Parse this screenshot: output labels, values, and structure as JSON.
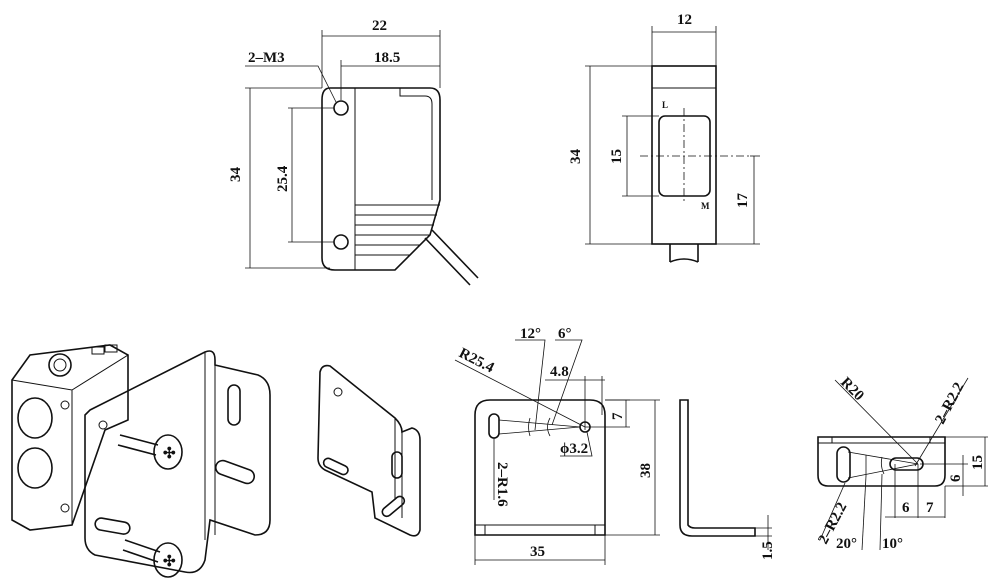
{
  "sensor_front_view": {
    "width_total": "22",
    "width_partial": "18.5",
    "thread_callout": "2–M3",
    "height_total": "34",
    "hole_spacing": "25.4"
  },
  "sensor_side_view": {
    "width": "12",
    "height_total": "34",
    "window_height": "15",
    "center_height": "17",
    "label_top": "L",
    "label_bottom": "M"
  },
  "bracket_front_view": {
    "angle_a": "12°",
    "angle_b": "6°",
    "radius": "R25.4",
    "offset_x": "4.8",
    "offset_y": "7",
    "hole_dia": "ϕ3.2",
    "slot_radius": "2–R1.6",
    "height": "38",
    "width": "35"
  },
  "bracket_side_view": {
    "thickness": "1.5"
  },
  "bracket_base_view": {
    "radius": "R20",
    "slot_radius_top": "2–R2.2",
    "depth": "15",
    "hole_offset_y": "6",
    "dim_a": "6",
    "dim_b": "7",
    "slot_radius_bottom": "2–R2.2",
    "angle_a": "20°",
    "angle_b": "10°"
  }
}
